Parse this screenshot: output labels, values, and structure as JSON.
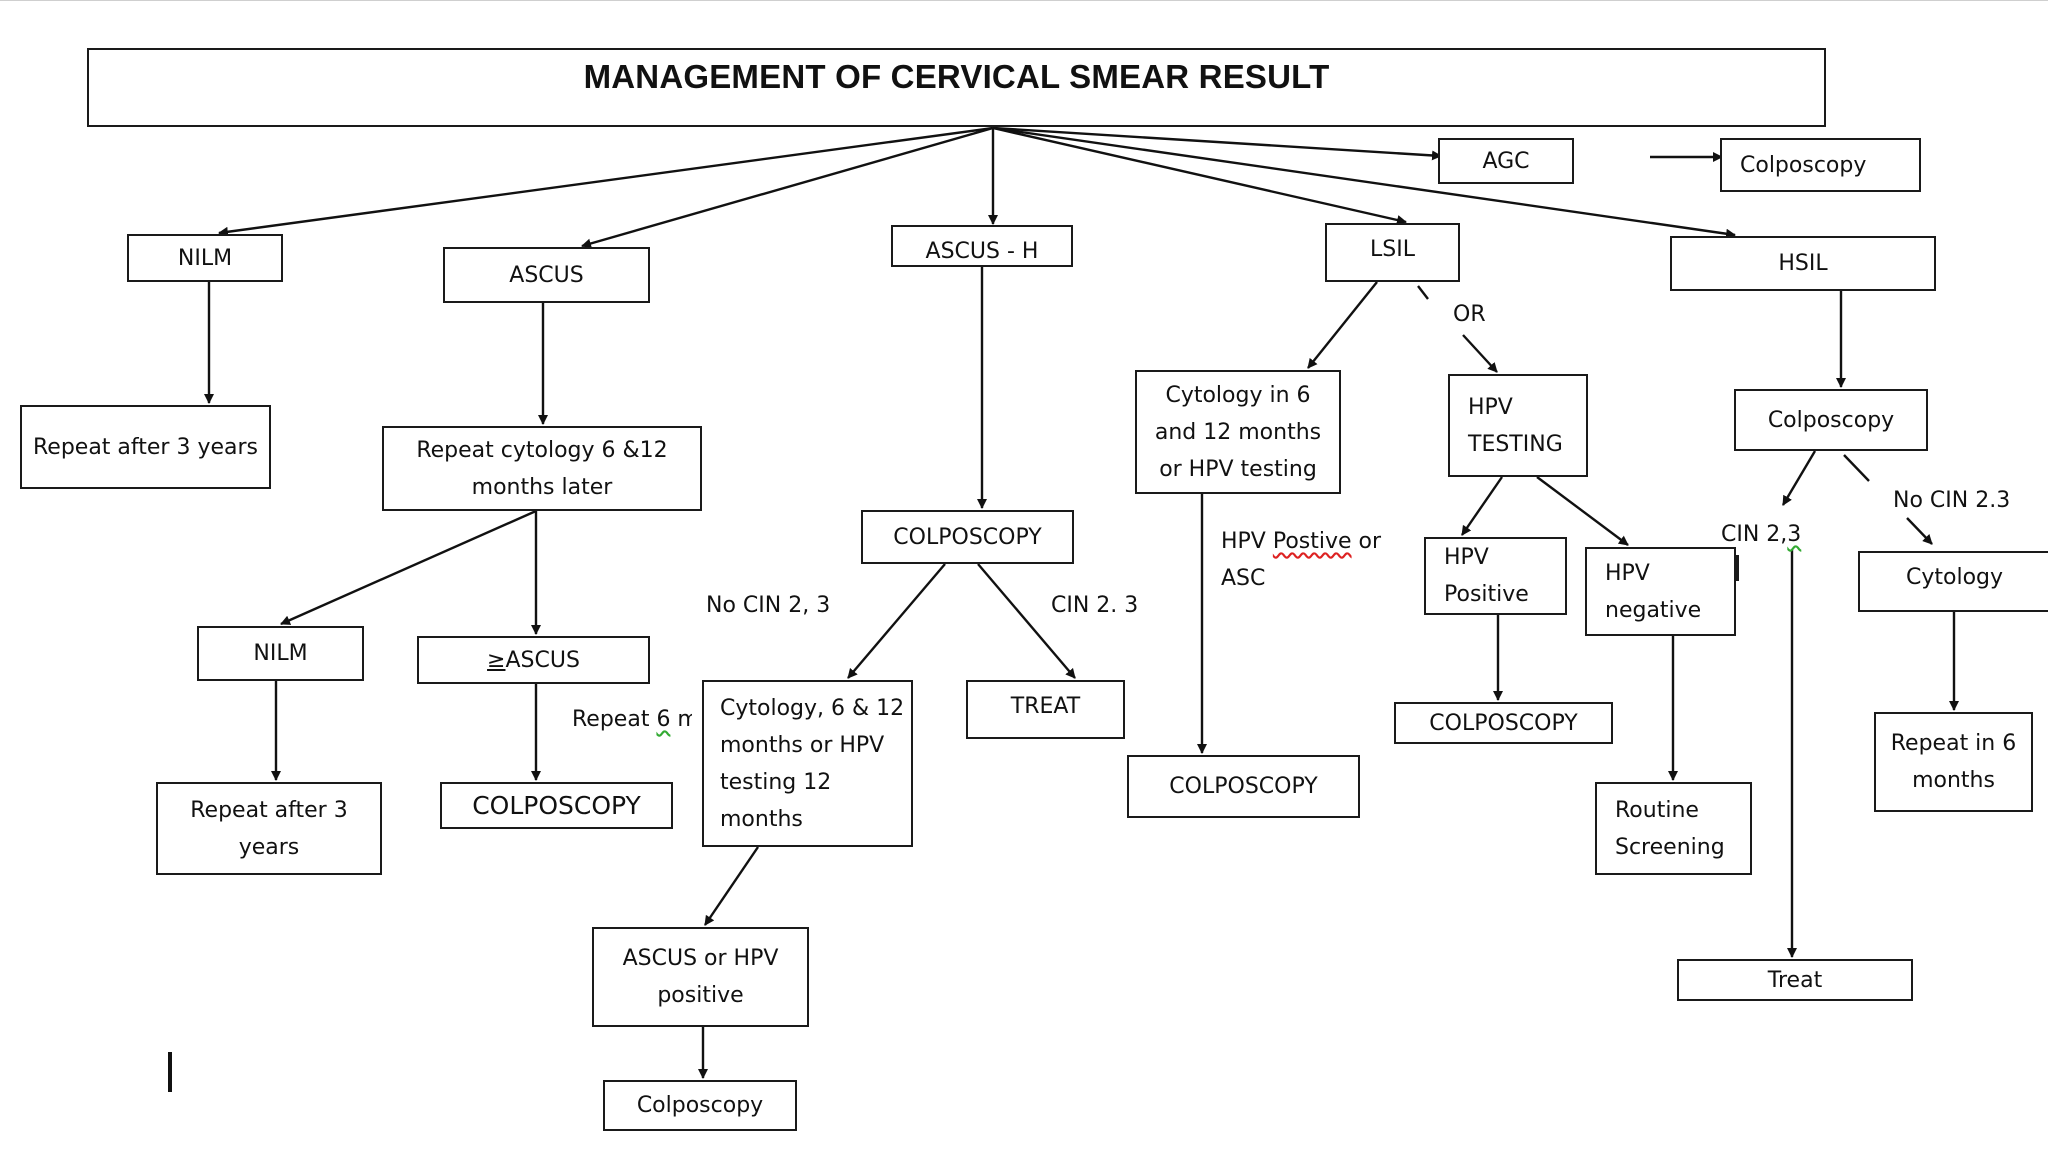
{
  "title": "MANAGEMENT OF CERVICAL SMEAR RESULT",
  "branches": {
    "nilm": {
      "label": "NILM",
      "repeat": "Repeat after 3 years"
    },
    "ascus": {
      "label": "ASCUS",
      "repeat_cytology": "Repeat cytology 6 &12 months  later",
      "nilm": "NILM",
      "nilm_repeat": "Repeat after 3 years",
      "ge_ascus_sign": "≥",
      "ge_ascus_text": "ASCUS",
      "repeat_note_a": "Repeat ",
      "repeat_note_b": "6",
      "repeat_note_c": " months",
      "colposcopy": "COLPOSCOPY"
    },
    "ascus_h": {
      "label": "ASCUS - H",
      "colposcopy": "COLPOSCOPY",
      "no_cin": "No CIN 2, 3",
      "cin": "CIN 2. 3",
      "treat": "TREAT",
      "cytology": "Cytology, 6 & 12 months  or HPV testing 12 months",
      "ascus_or_hpv": "ASCUS or HPV positive",
      "colposcopy_final": "Colposcopy"
    },
    "lsil": {
      "label": "LSIL",
      "or": "OR",
      "cytology": "Cytology in 6 and 12 months or HPV testing",
      "hpv_positive_note_a": "HPV ",
      "hpv_positive_note_b": "Postive",
      "hpv_positive_note_c": " or ASC",
      "colposcopy": "COLPOSCOPY",
      "hpv_testing": "HPV TESTING",
      "hpv_positive": "HPV Positive",
      "hpv_positive_colposcopy": "COLPOSCOPY",
      "hpv_negative": "HPV negative",
      "routine": "Routine Screening"
    },
    "hsil": {
      "label": "HSIL",
      "colposcopy": "Colposcopy",
      "cin_a": "CIN 2,",
      "cin_b": "3",
      "no_cin": "No CIN 2.3",
      "cytology": "Cytology",
      "repeat": "Repeat in 6 months",
      "treat": "Treat"
    },
    "agc": {
      "label": "AGC",
      "colposcopy": "Colposcopy"
    }
  }
}
